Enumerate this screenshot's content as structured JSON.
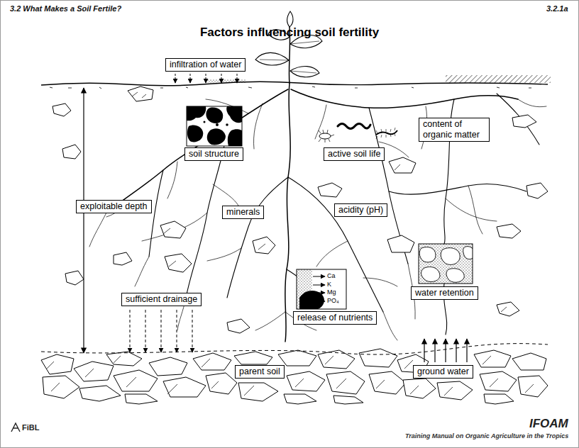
{
  "diagram": {
    "title": "Factors influencing soil fertility",
    "nodes": [
      {
        "text": [
          "infiltration of water"
        ]
      },
      {
        "text": [
          "soil structure"
        ]
      },
      {
        "text": [
          "content of organic matter"
        ]
      },
      {
        "text": [
          "active soil life"
        ]
      },
      {
        "text": [
          "exploitable depth"
        ]
      },
      {
        "text": [
          "minerals"
        ]
      },
      {
        "text": [
          "acidity (pH)"
        ]
      },
      {
        "text": [
          "water retention"
        ]
      },
      {
        "text": [
          "sufficient drainage"
        ]
      },
      {
        "text": [
          "release of nutrients"
        ]
      },
      {
        "text": [
          "parent soil"
        ]
      },
      {
        "text": [
          "ground water"
        ]
      }
    ],
    "labels": [
      "3.2 What Makes a Soil Fertile?",
      "3.2.1a",
      "Ca",
      "K",
      "Mg",
      "PO₄",
      "FiBL",
      "IFOAM",
      "Training Manual on Organic Agriculture in the Tropics"
    ]
  }
}
